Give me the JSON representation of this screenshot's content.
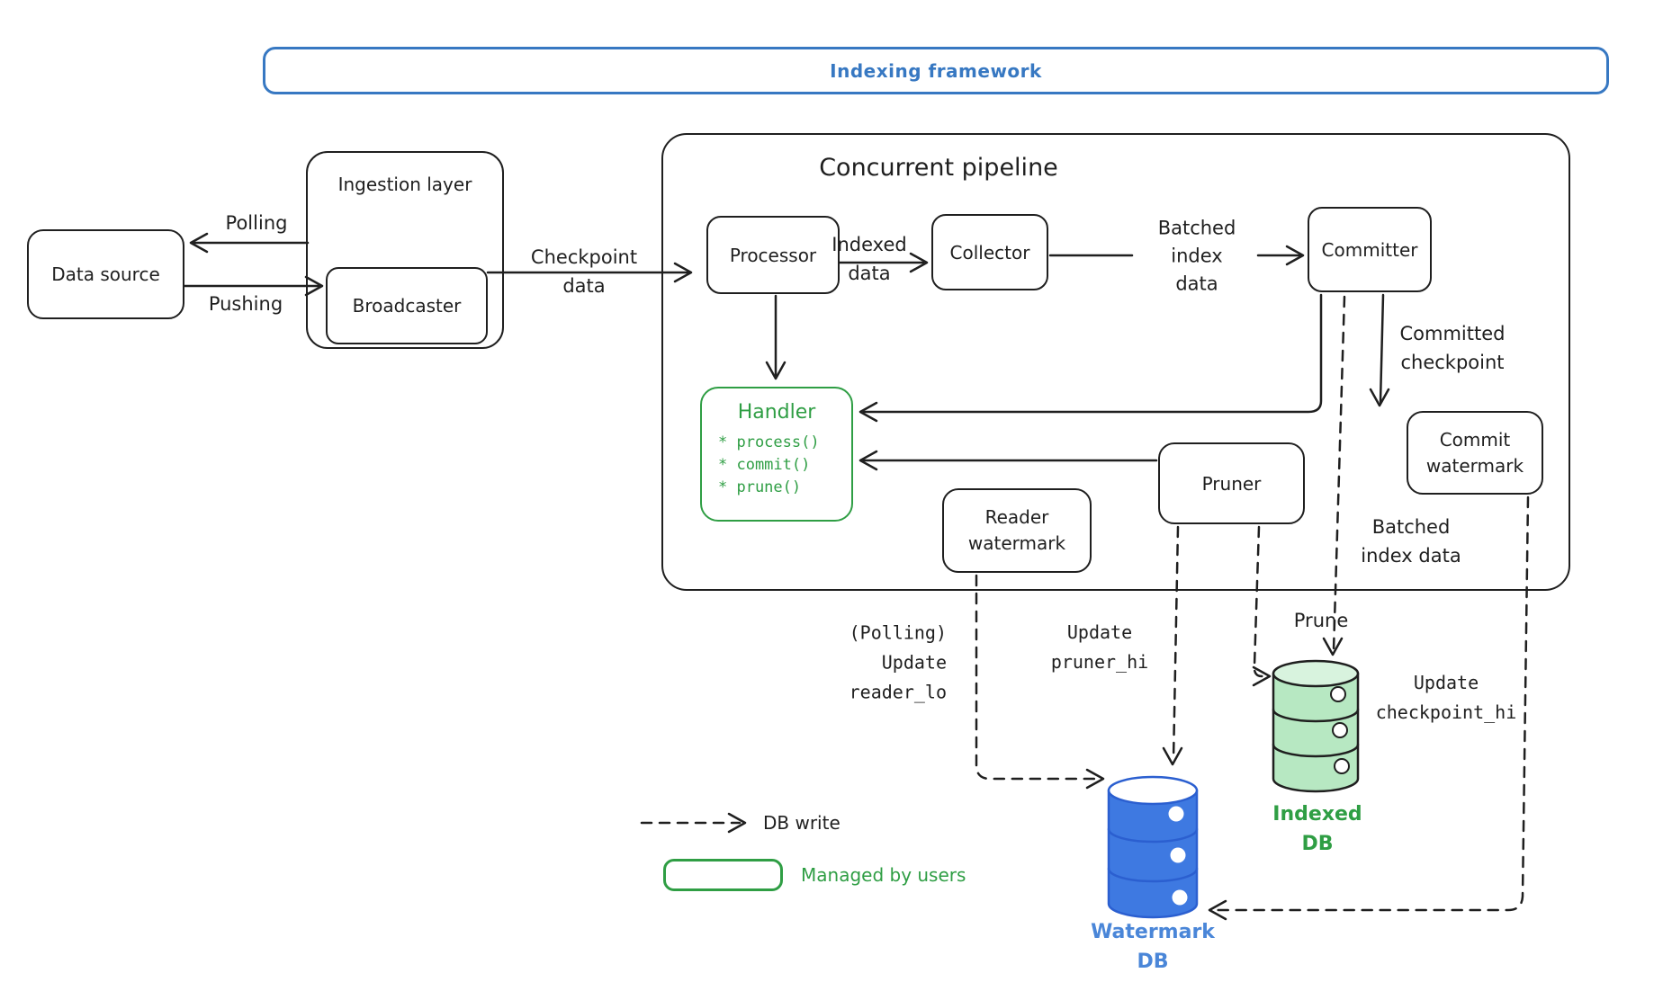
{
  "colors": {
    "ink": "#1f1f1f",
    "banner_blue": "#3778c2",
    "green": "#2f9e44",
    "watermark_db_fill": "#3e79e1",
    "watermark_db_stroke": "#2b5fd0",
    "watermark_db_text": "#4a86d8",
    "indexed_db_fill": "#b7e8c2",
    "indexed_db_top": "#d8f3de"
  },
  "banner": {
    "title": "Indexing framework"
  },
  "boxes": {
    "data_source": "Data source",
    "ingestion": "Ingestion layer",
    "broadcaster": "Broadcaster",
    "pipeline": "Concurrent pipeline",
    "processor": "Processor",
    "collector": "Collector",
    "committer": "Committer",
    "pruner": "Pruner",
    "reader_watermark": [
      "Reader",
      "watermark"
    ],
    "commit_watermark": [
      "Commit",
      "watermark"
    ],
    "handler": {
      "title": "Handler",
      "methods": [
        "* process()",
        "* commit()",
        "* prune()"
      ]
    }
  },
  "edges": {
    "polling": "Polling",
    "pushing": "Pushing",
    "checkpoint": [
      "Checkpoint",
      "data"
    ],
    "indexed": [
      "Indexed",
      "data"
    ],
    "batched_top": [
      "Batched",
      "index",
      "data"
    ],
    "committed": [
      "Committed",
      "checkpoint"
    ],
    "batched_db": [
      "Batched",
      "index data"
    ],
    "reader_lo": [
      "(Polling)",
      "Update",
      "reader_lo"
    ],
    "pruner_hi": [
      "Update",
      "pruner_hi"
    ],
    "prune": "Prune",
    "checkpoint_hi": [
      "Update",
      "checkpoint_hi"
    ]
  },
  "databases": {
    "watermark": [
      "Watermark",
      "DB"
    ],
    "indexed": [
      "Indexed",
      "DB"
    ]
  },
  "legend": {
    "db_write": "DB write",
    "managed": "Managed by users"
  }
}
